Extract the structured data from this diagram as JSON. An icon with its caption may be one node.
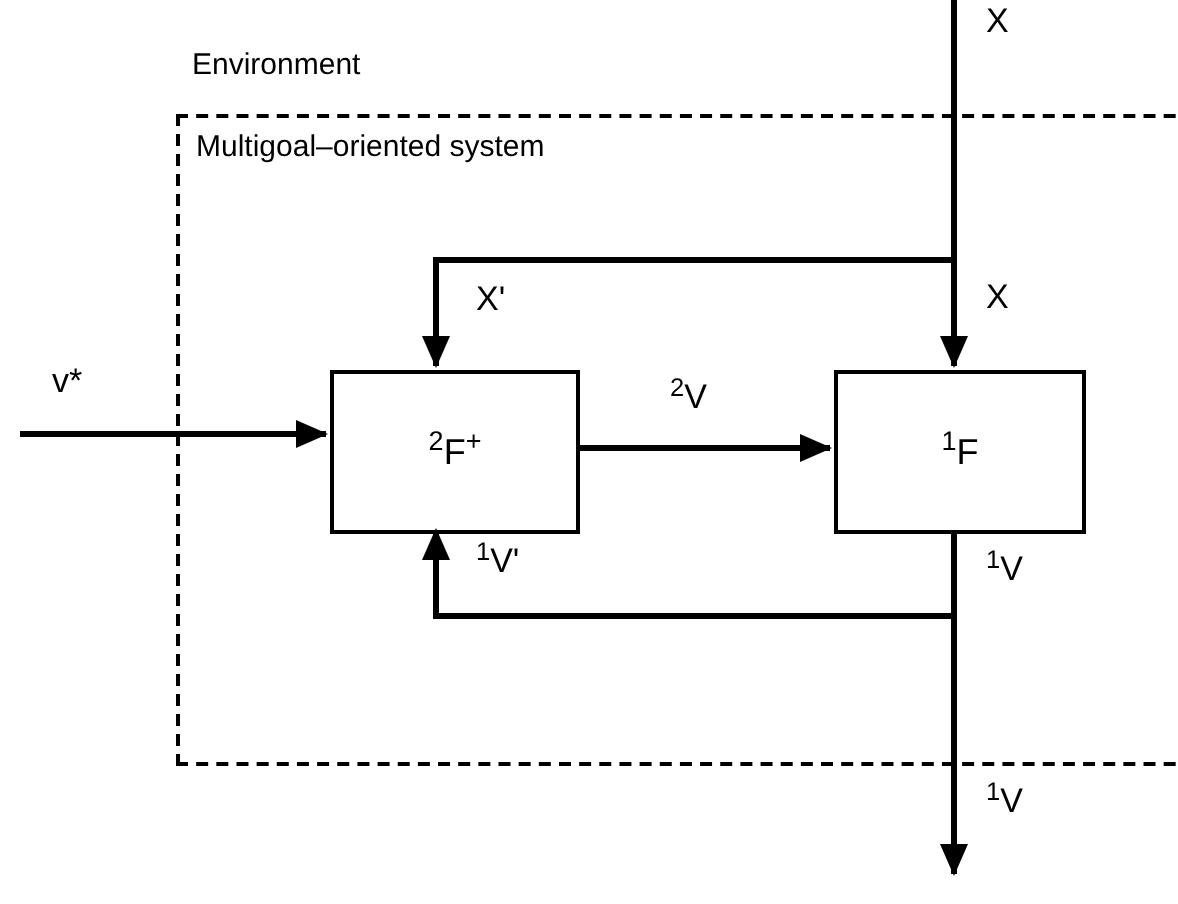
{
  "diagram": {
    "nodes": [
      {
        "text": [
          "Multigoal–oriented system"
        ]
      },
      {
        "text": [
          "$^{2}$F$^{+}$"
        ],
        "in": 0
      },
      {
        "text": [
          "$^{1}$F"
        ],
        "in": 0
      }
    ],
    "edges": [
      {
        "from": null,
        "to": 2,
        "arrow": "to",
        "label": "X"
      },
      {
        "from": null,
        "to": 1,
        "arrow": "to",
        "label": "X'"
      },
      {
        "from": null,
        "to": 1,
        "arrow": "to",
        "label": "v*"
      },
      {
        "from": 1,
        "to": 2,
        "arrow": "to",
        "label": "$^{2}$V"
      },
      {
        "from": 2,
        "to": null,
        "arrow": "to",
        "label": "$^{1}$V"
      },
      {
        "from": 2,
        "to": 1,
        "arrow": "to",
        "label": "$^{1}$V'"
      }
    ],
    "labels": [
      "Environment",
      "X",
      "$^{1}$V"
    ]
  }
}
